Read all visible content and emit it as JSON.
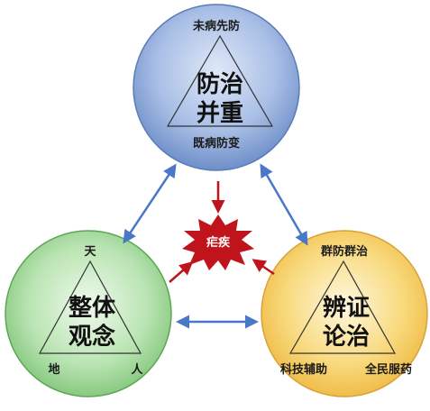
{
  "top": {
    "label_top": "未病先防",
    "title_line1": "防治",
    "title_line2": "并重",
    "label_bottom": "既病防变"
  },
  "left": {
    "label_top": "天",
    "title_line1": "整体",
    "title_line2": "观念",
    "label_bottom_left": "地",
    "label_bottom_right": "人"
  },
  "right": {
    "label_top": "群防群治",
    "title_line1": "辨证",
    "title_line2": "论治",
    "label_bottom_left": "科技辅助",
    "label_bottom_right": "全民服药"
  },
  "center": {
    "label": "疟疾"
  },
  "colors": {
    "top_circle": "#7f9fd4",
    "left_circle": "#8fcf86",
    "right_circle": "#f2c24e",
    "burst": "#c0141c",
    "blue_arrow": "#4a78c8",
    "red_arrow": "#c0141c"
  }
}
